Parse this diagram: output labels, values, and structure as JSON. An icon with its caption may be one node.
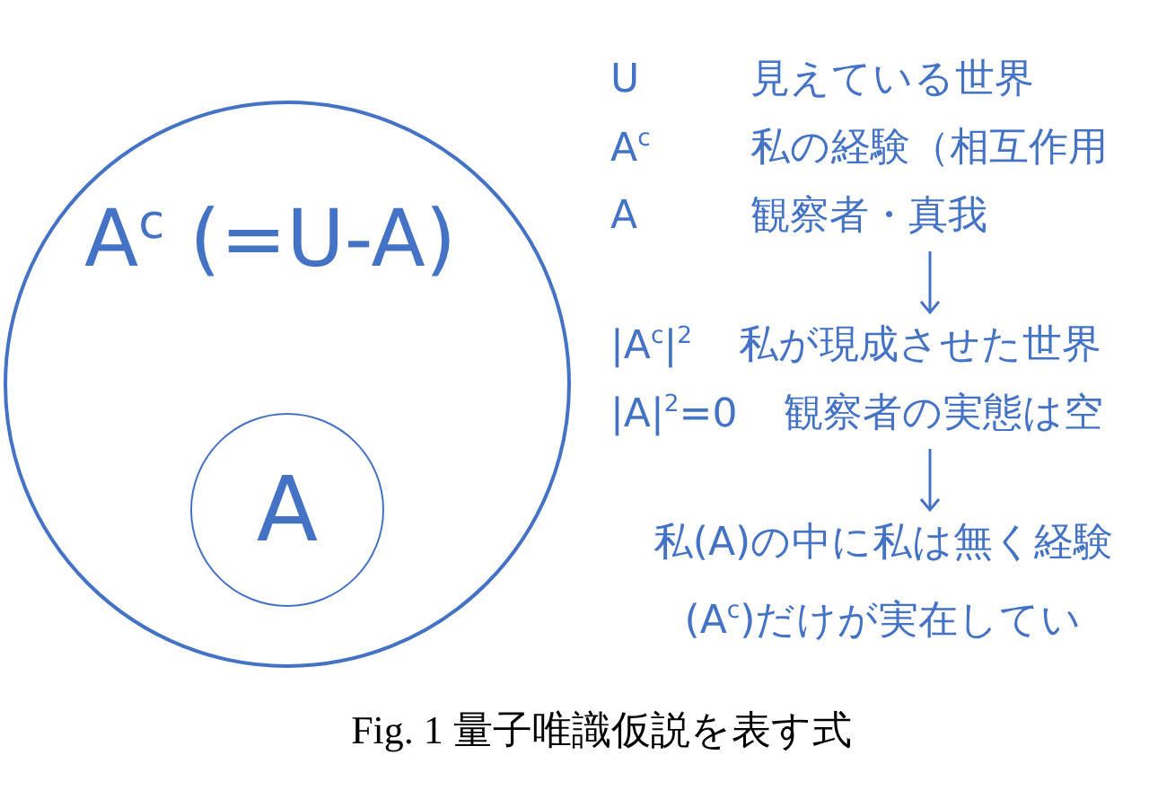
{
  "diagram": {
    "caption": "Fig. 1 量子唯識仮説を表す式",
    "nodes": [
      {
        "text": [
          "A$^{c}$ (=U-A)"
        ]
      },
      {
        "text": [
          "A"
        ],
        "in": 0
      },
      {
        "text": [
          "U",
          "見えている世界",
          "A$^{c}$",
          "私の経験（相互作用",
          "A",
          "観察者・真我"
        ]
      },
      {
        "text": [
          "|A$^{c}$|$^{2}$",
          "私が現成させた世界",
          "|A|$^{2}$=0",
          "観察者の実態は空"
        ]
      },
      {
        "text": [
          "私(A)の中に私は無く経験(A$^{c}$)だけが実在してい"
        ]
      }
    ],
    "edges": [
      {
        "from": 2,
        "to": 3,
        "arrow": "to"
      },
      {
        "from": 3,
        "to": 4,
        "arrow": "to"
      }
    ]
  }
}
